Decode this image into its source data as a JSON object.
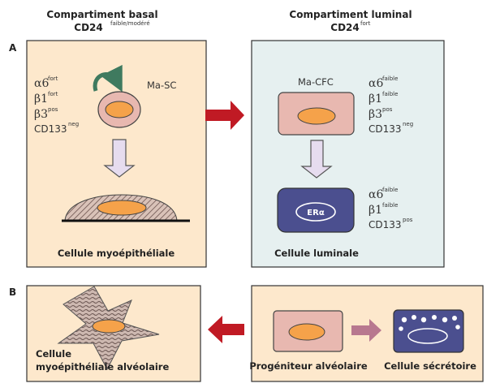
{
  "headers": {
    "basal_title": "Compartiment basal",
    "basal_marker": "CD24",
    "basal_marker_sup": "faible/modéré",
    "luminal_title": "Compartiment luminal",
    "luminal_marker": "CD24",
    "luminal_marker_sup": "fort"
  },
  "panel_letters": {
    "a": "A",
    "b": "B"
  },
  "basal": {
    "stem_cell_label": "Ma-SC",
    "markers": [
      {
        "name": "α6",
        "sup": "fort"
      },
      {
        "name": "β1",
        "sup": "fort"
      },
      {
        "name": "β3",
        "sup": "pos"
      },
      {
        "name": "CD133",
        "sup": "neg"
      }
    ],
    "caption": "Cellule myoépithéliale"
  },
  "luminal": {
    "progenitor_label": "Ma-CFC",
    "progenitor_markers": [
      {
        "name": "α6",
        "sup": "faible"
      },
      {
        "name": "β1",
        "sup": "faible"
      },
      {
        "name": "β3",
        "sup": "pos"
      },
      {
        "name": "CD133",
        "sup": "neg"
      }
    ],
    "receptor_label": "ERα",
    "luminal_markers": [
      {
        "name": "α6",
        "sup": "faible"
      },
      {
        "name": "β1",
        "sup": "faible"
      },
      {
        "name": "CD133",
        "sup": "pos"
      }
    ],
    "caption": "Cellule luminale"
  },
  "panel_b": {
    "alveolar_myo_caption_line1": "Cellule",
    "alveolar_myo_caption_line2": "myoépithéliale alvéolaire",
    "progenitor_caption": "Progéniteur alvéolaire",
    "secretory_caption": "Cellule sécrétoire"
  },
  "colors": {
    "basal_bg": "#fde8cc",
    "luminal_bg": "#e6f0f0",
    "cell_pink": "#e8b8b0",
    "nucleus_orange": "#f5a24a",
    "luminal_cell_blue": "#4b4f8f",
    "arrow_red": "#c01a24",
    "arrow_mauve": "#b8788f",
    "arrow_light": "#e6dcef",
    "curved_arrow_green": "#3f7a5f"
  }
}
